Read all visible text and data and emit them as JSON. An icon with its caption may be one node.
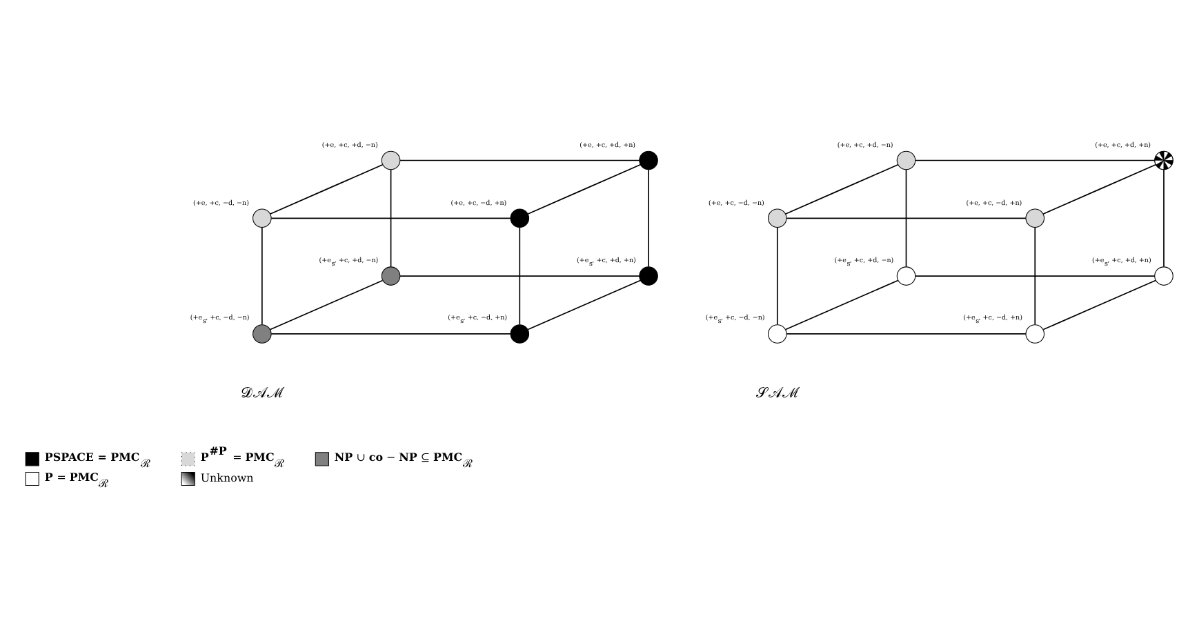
{
  "diagram": {
    "nodes": [
      {
        "text": [],
        "shape": "circle",
        "beside": [
          "(+e, +c, +d, −n)"
        ]
      },
      {
        "text": [],
        "shape": "circle",
        "beside": [
          "(+e, +c, +d, +n)"
        ]
      },
      {
        "text": [],
        "shape": "circle",
        "beside": [
          "(+e, +c, −d, −n)"
        ]
      },
      {
        "text": [],
        "shape": "circle",
        "beside": [
          "(+e, +c, −d, +n)"
        ]
      },
      {
        "text": [],
        "shape": "circle",
        "beside": [
          "(+e$_{s}$, +c, +d, −n)"
        ]
      },
      {
        "text": [],
        "shape": "circle",
        "beside": [
          "(+e$_{s}$, +c, +d, +n)"
        ]
      },
      {
        "text": [],
        "shape": "circle",
        "beside": [
          "(+e$_{s}$, +c, −d, −n)"
        ]
      },
      {
        "text": [],
        "shape": "circle",
        "beside": [
          "(+e$_{s}$, +c, −d, +n)"
        ]
      },
      {
        "text": [],
        "shape": "circle",
        "beside": [
          "(+e, +c, +d, −n)"
        ]
      },
      {
        "text": [],
        "shape": "circle",
        "beside": [
          "(+e, +c, +d, +n)"
        ]
      },
      {
        "text": [],
        "shape": "circle",
        "beside": [
          "(+e, +c, −d, −n)"
        ]
      },
      {
        "text": [],
        "shape": "circle",
        "beside": [
          "(+e, +c, −d, +n)"
        ]
      },
      {
        "text": [],
        "shape": "circle",
        "beside": [
          "(+e$_{s}$, +c, +d, −n)"
        ]
      },
      {
        "text": [],
        "shape": "circle",
        "beside": [
          "(+e$_{s}$, +c, +d, +n)"
        ]
      },
      {
        "text": [],
        "shape": "circle",
        "beside": [
          "(+e$_{s}$, +c, −d, −n)"
        ]
      },
      {
        "text": [],
        "shape": "circle",
        "beside": [
          "(+e$_{s}$, +c, −d, +n)"
        ]
      }
    ],
    "edges": [
      {
        "from": 0,
        "to": 1,
        "arrow": "none"
      },
      {
        "from": 0,
        "to": 2,
        "arrow": "none"
      },
      {
        "from": 1,
        "to": 3,
        "arrow": "none"
      },
      {
        "from": 2,
        "to": 3,
        "arrow": "none"
      },
      {
        "from": 0,
        "to": 4,
        "arrow": "none"
      },
      {
        "from": 1,
        "to": 5,
        "arrow": "none"
      },
      {
        "from": 2,
        "to": 6,
        "arrow": "none"
      },
      {
        "from": 3,
        "to": 7,
        "arrow": "none"
      },
      {
        "from": 4,
        "to": 5,
        "arrow": "none"
      },
      {
        "from": 4,
        "to": 6,
        "arrow": "none"
      },
      {
        "from": 5,
        "to": 7,
        "arrow": "none"
      },
      {
        "from": 6,
        "to": 7,
        "arrow": "none"
      },
      {
        "from": 8,
        "to": 9,
        "arrow": "none"
      },
      {
        "from": 8,
        "to": 10,
        "arrow": "none"
      },
      {
        "from": 9,
        "to": 11,
        "arrow": "none"
      },
      {
        "from": 10,
        "to": 11,
        "arrow": "none"
      },
      {
        "from": 8,
        "to": 12,
        "arrow": "none"
      },
      {
        "from": 9,
        "to": 13,
        "arrow": "none"
      },
      {
        "from": 10,
        "to": 14,
        "arrow": "none"
      },
      {
        "from": 11,
        "to": 15,
        "arrow": "none"
      },
      {
        "from": 12,
        "to": 13,
        "arrow": "none"
      },
      {
        "from": 12,
        "to": 14,
        "arrow": "none"
      },
      {
        "from": 13,
        "to": 15,
        "arrow": "none"
      },
      {
        "from": 14,
        "to": 15,
        "arrow": "none"
      }
    ],
    "labels": [
      "𝒟𝒜ℳ",
      "𝒮𝒜ℳ"
    ],
    "legend": [
      {
        "text": "**PSPACE = PMC**$_{ℛ}$",
        "color": "#000000"
      },
      {
        "text": "**P$^{#P}$** = **PMC**$_{ℛ}$"
      },
      {
        "text": "**NP** ∪ **co** − **NP** ⊆ **PMC**$_{ℛ}$",
        "color": "#808080"
      },
      {
        "text": "**P** = **PMC**$_{ℛ}$",
        "color": "#ffffff"
      },
      {
        "text": "Unknown"
      }
    ]
  }
}
